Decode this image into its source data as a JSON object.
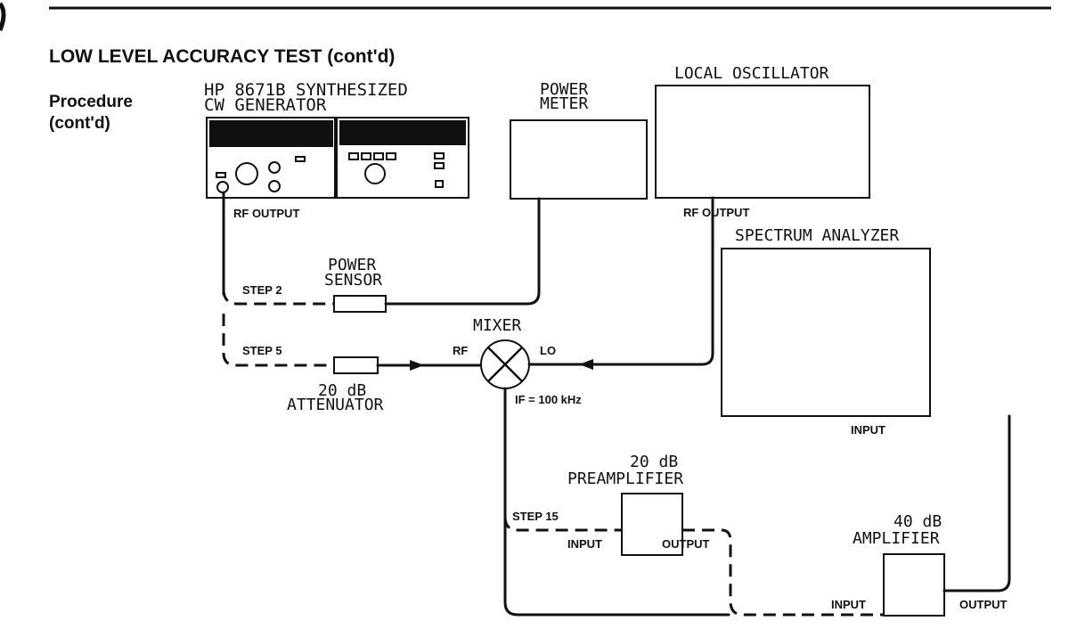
{
  "header": {
    "title": "LOW LEVEL ACCURACY TEST (cont'd)",
    "section_line1": "Procedure",
    "section_line2": "(cont'd)"
  },
  "instruments": {
    "generator": {
      "label_line1": "HP 8671B SYNTHESIZED",
      "label_line2": "CW GENERATOR",
      "port": "RF OUTPUT"
    },
    "power_meter": {
      "label_line1": "POWER",
      "label_line2": "METER"
    },
    "local_oscillator": {
      "label": "LOCAL OSCILLATOR",
      "port": "RF OUTPUT"
    },
    "spectrum_analyzer": {
      "label": "SPECTRUM ANALYZER",
      "port": "INPUT"
    },
    "power_sensor": {
      "label_line1": "POWER",
      "label_line2": "SENSOR"
    },
    "attenuator": {
      "label_line1": "20 dB",
      "label_line2": "ATTENUATOR"
    },
    "mixer": {
      "label": "MIXER",
      "rf_port": "RF",
      "lo_port": "LO",
      "if_note": "IF = 100 kHz"
    },
    "preamplifier": {
      "label_line1": "20 dB",
      "label_line2": "PREAMPLIFIER",
      "input": "INPUT",
      "output": "OUTPUT"
    },
    "amplifier": {
      "label_line1": "40 dB",
      "label_line2": "AMPLIFIER",
      "input": "INPUT",
      "output": "OUTPUT"
    }
  },
  "steps": {
    "step2": "STEP 2",
    "step5": "STEP 5",
    "step15": "STEP 15"
  }
}
